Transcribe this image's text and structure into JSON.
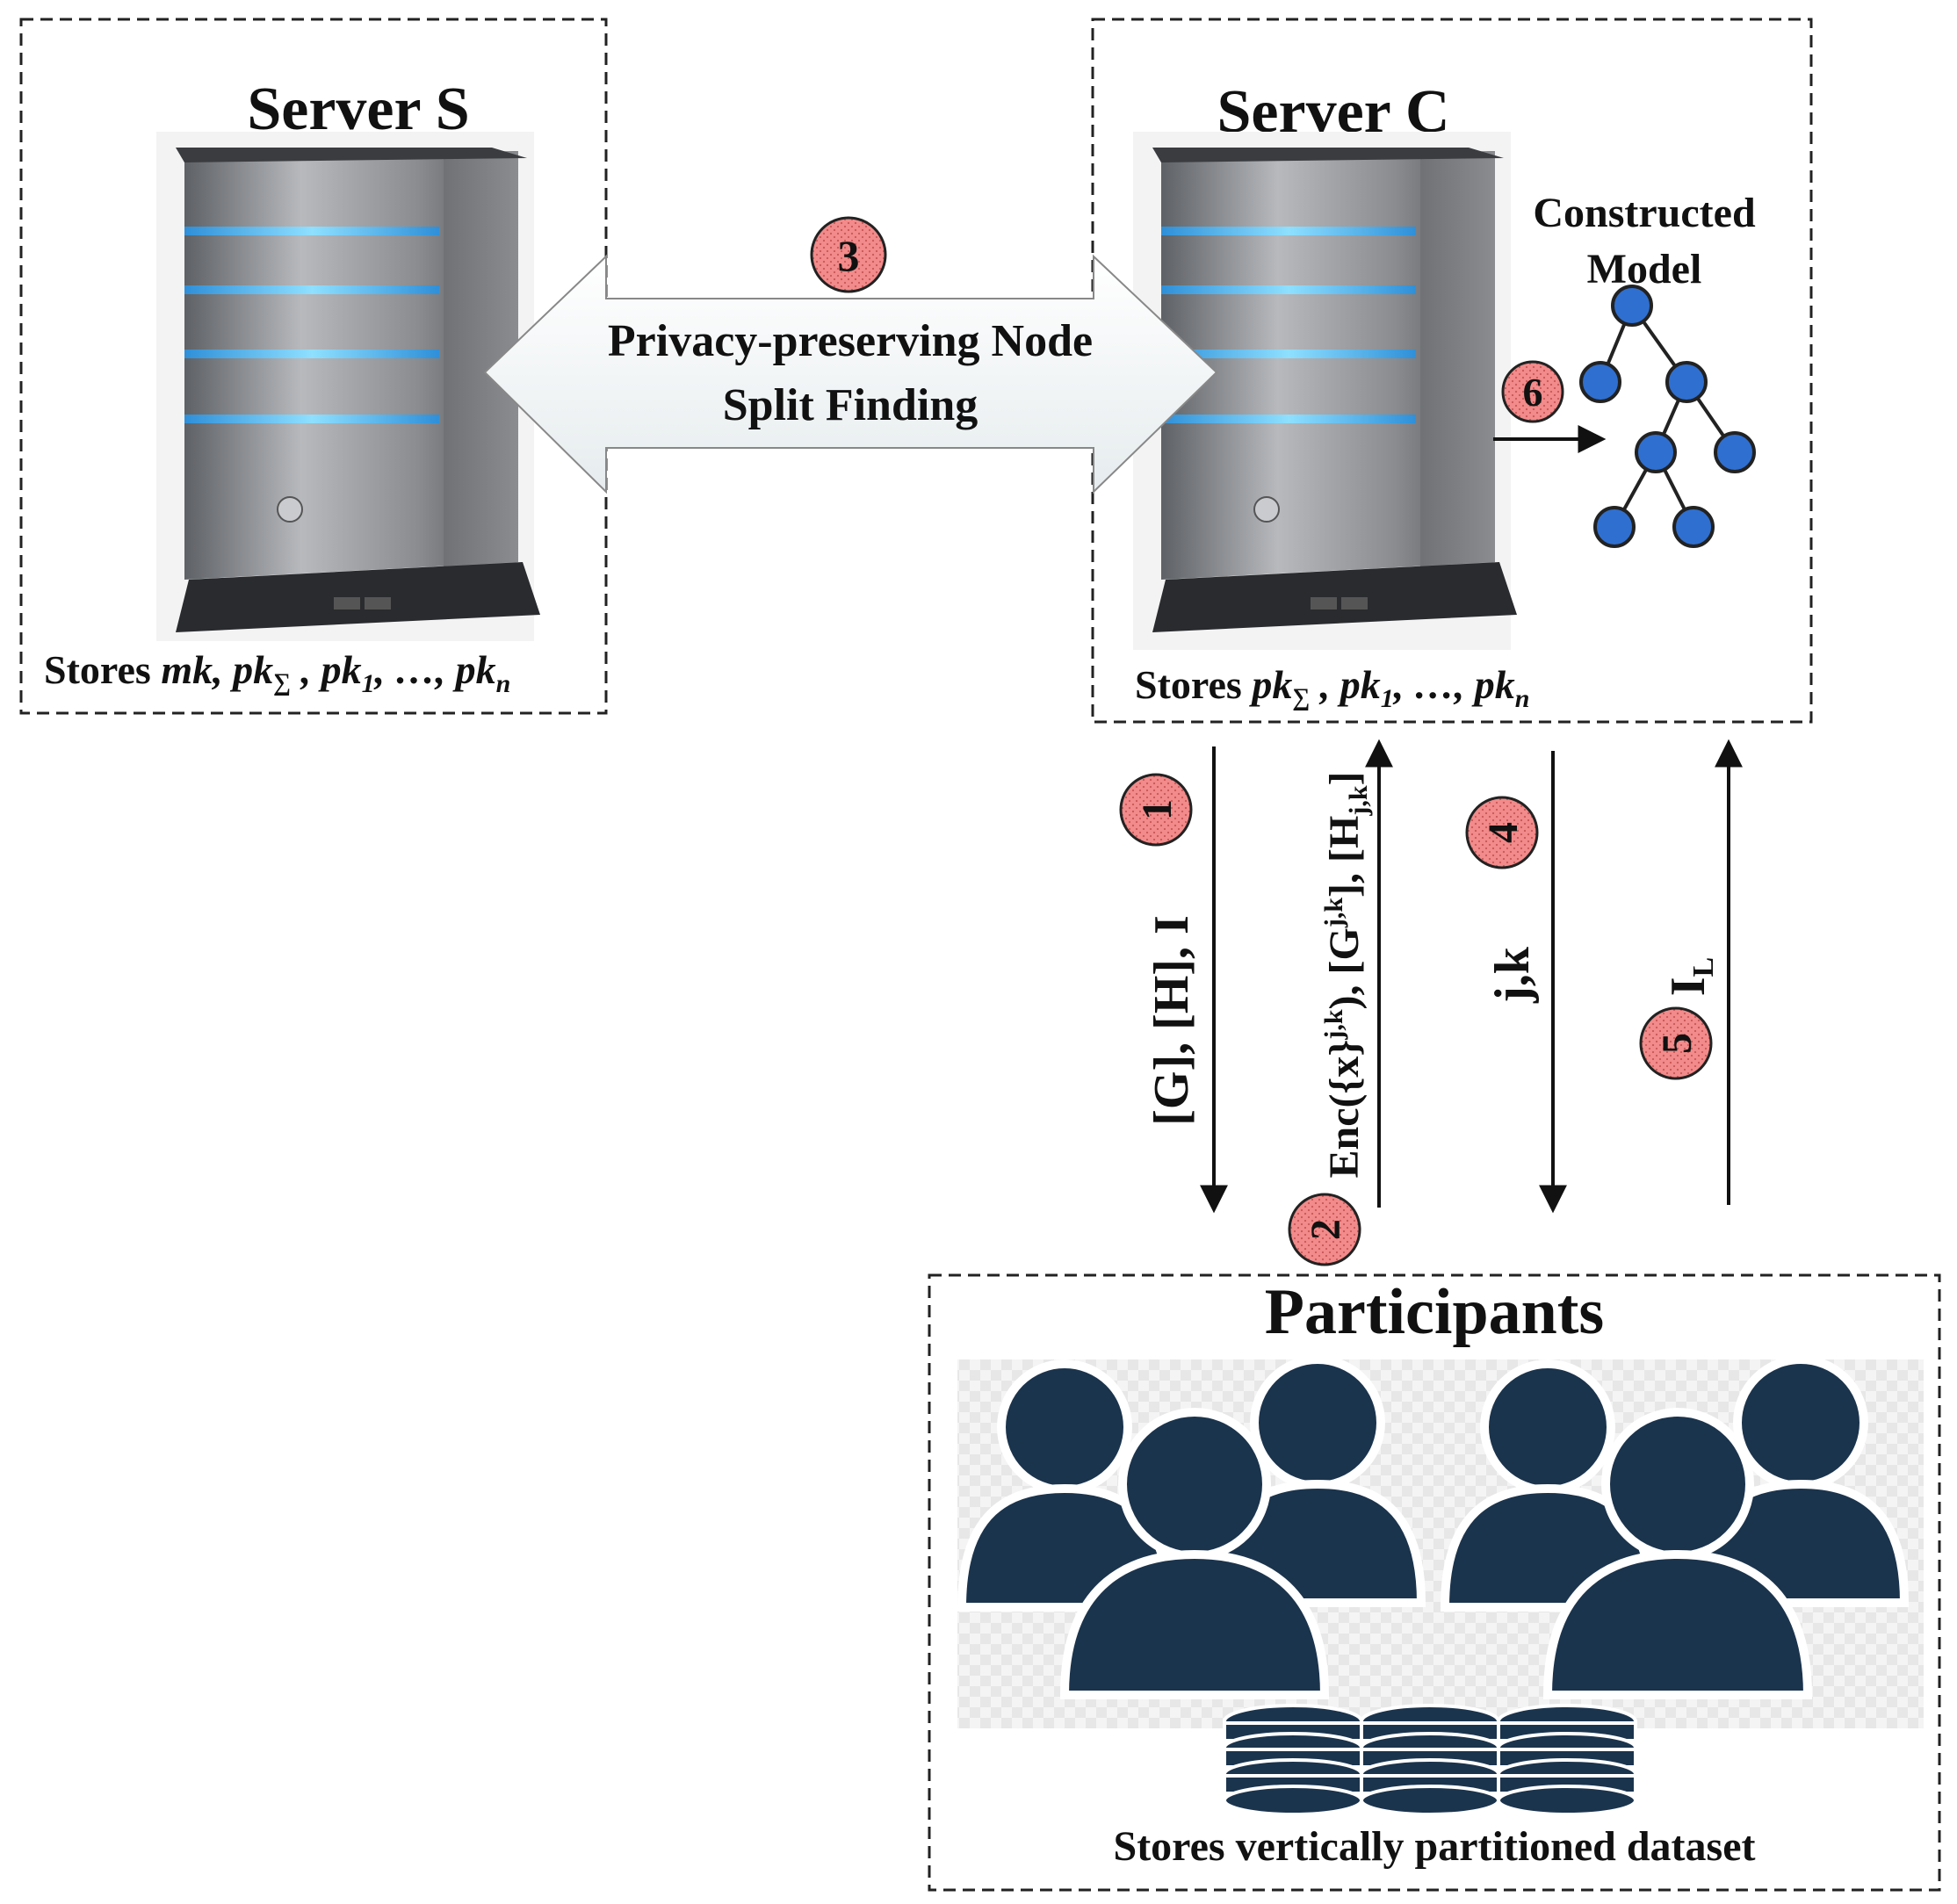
{
  "server_s": {
    "title": "Server S",
    "stores_prefix": "Stores ",
    "stores_mk": "mk, pk",
    "stores_sum": "∑",
    "stores_rest1": " , pk",
    "stores_sub1": "1",
    "stores_rest2": ", …, pk",
    "stores_subn": "n"
  },
  "server_c": {
    "title": "Server C",
    "stores_prefix": "Stores ",
    "stores_pk": "pk",
    "stores_sum": "∑",
    "stores_rest1": " , pk",
    "stores_sub1": "1",
    "stores_rest2": ", …, pk",
    "stores_subn": "n"
  },
  "exchange": {
    "line1": "Privacy-preserving Node",
    "line2": "Split Finding"
  },
  "model": {
    "line1": "Constructed",
    "line2": "Model"
  },
  "steps": {
    "s1": "1",
    "s2": "2",
    "s3": "3",
    "s4": "4",
    "s5": "5",
    "s6": "6"
  },
  "messages": {
    "m1": "[G], [H], I",
    "m2_a": "Enc({x}",
    "m2_sup1": "j,k",
    "m2_b": "), [G",
    "m2_sup2": "j,k",
    "m2_c": "], [H",
    "m2_sub": "j,k",
    "m2_d": "]",
    "m4": "j,k",
    "m5": "I",
    "m5_sub": "L"
  },
  "participants": {
    "title": "Participants",
    "stores": "Stores vertically partitioned dataset"
  },
  "colors": {
    "step_fill": "#f28b8b",
    "node_fill": "#2f6fd0",
    "people": "#1b344d",
    "server_body": "#8a8c90"
  }
}
